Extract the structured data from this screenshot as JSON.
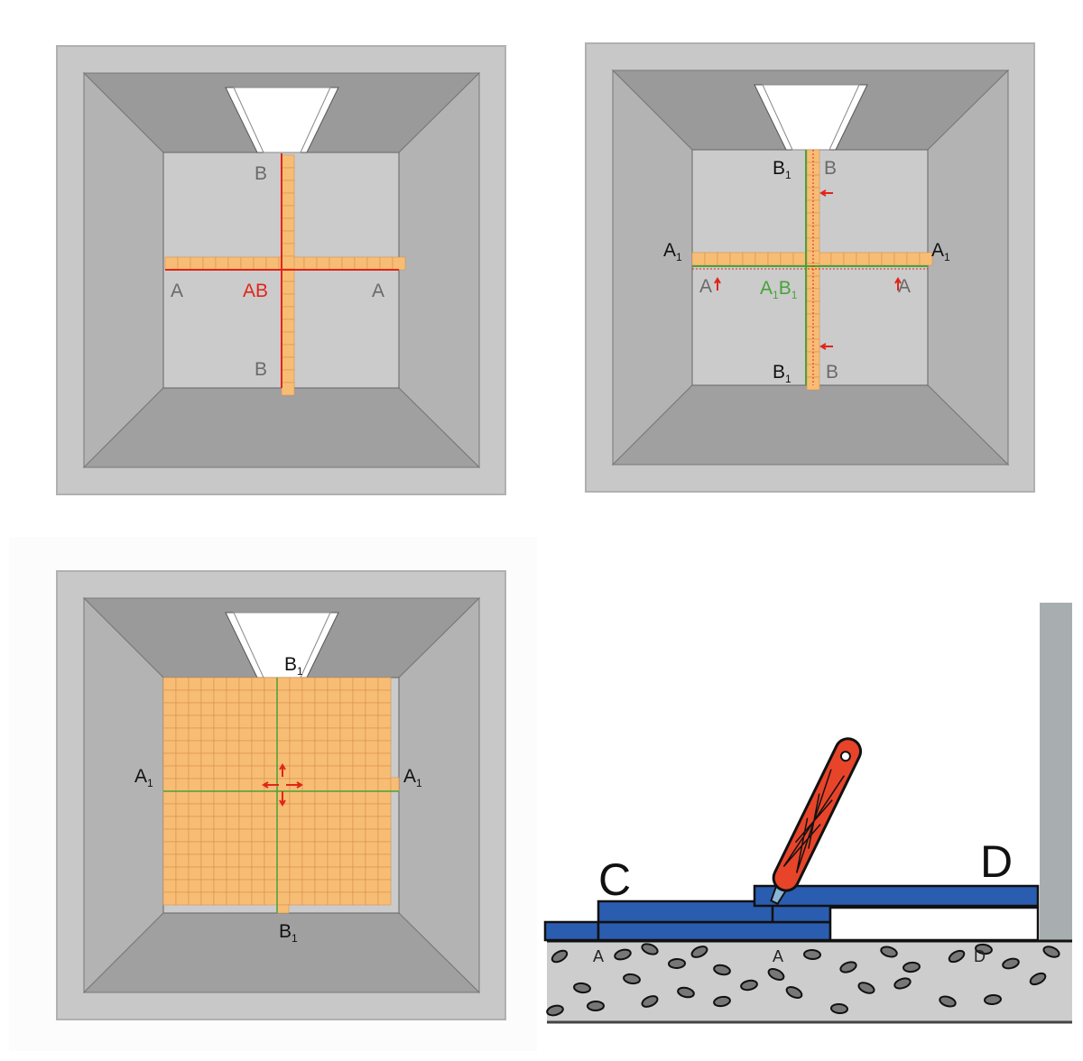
{
  "panel1": {
    "labels": {
      "b_top": "B",
      "b_bottom": "B",
      "a_left": "A",
      "a_right": "A",
      "center": "AB"
    },
    "colors": {
      "line": "#e0251b",
      "tile": "#f8bd74"
    }
  },
  "panel2": {
    "labels": {
      "b1": "B",
      "b": "B",
      "a1": "A",
      "a": "A",
      "center_a": "A",
      "center_b": "B",
      "sub": "1"
    },
    "colors": {
      "line": "#48a23a",
      "arrow": "#e0251b"
    }
  },
  "panel3": {
    "labels": {
      "b1": "B",
      "a1": "A",
      "sub": "1"
    }
  },
  "panel4": {
    "labels": {
      "c": "C",
      "d": "D",
      "a": "A",
      "d_small": "D"
    },
    "colors": {
      "tile": "#2a5db0",
      "knife": "#e8442a"
    }
  }
}
